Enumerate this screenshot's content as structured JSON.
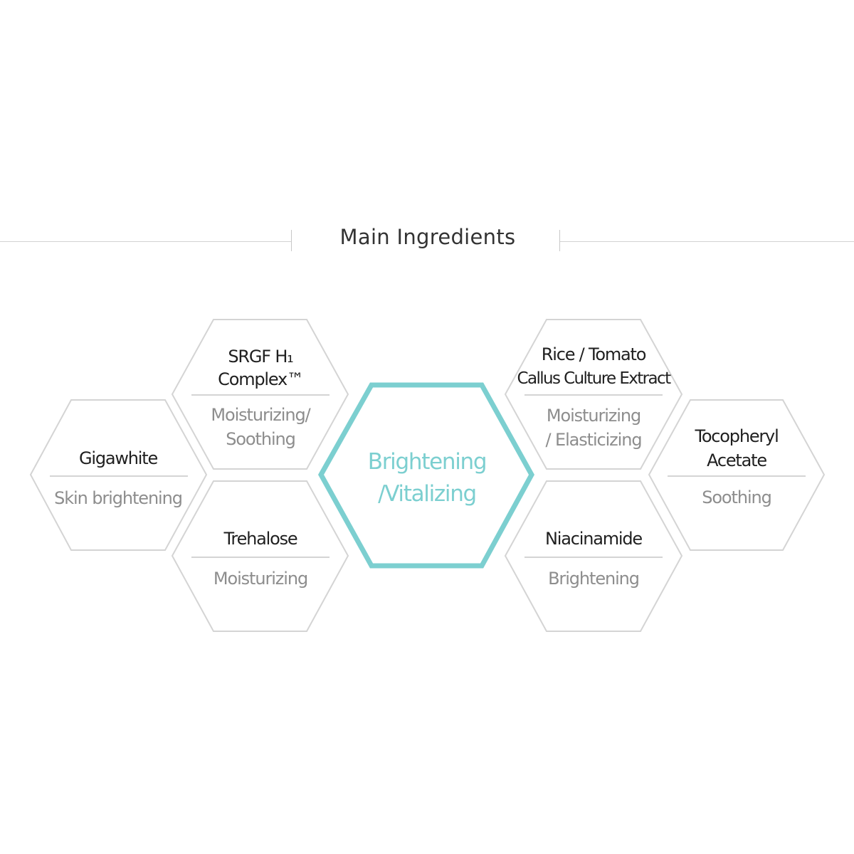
{
  "header": {
    "title": "Main Ingredients"
  },
  "colors": {
    "accent": "#7ccfd0",
    "hex_stroke": "#d4d4d4",
    "label": "#1f1f1f",
    "desc": "#8d8d8d"
  },
  "center": {
    "line1": "Brightening",
    "line2": "/Vitalizing"
  },
  "ingredients": [
    {
      "name_line1": "Gigawhite",
      "name_line2": "",
      "desc_line1": "Skin brightening",
      "desc_line2": ""
    },
    {
      "name_line1": "SRGF H₁",
      "name_line2": "Complex™",
      "desc_line1": "Moisturizing/",
      "desc_line2": "Soothing"
    },
    {
      "name_line1": "Trehalose",
      "name_line2": "",
      "desc_line1": "Moisturizing",
      "desc_line2": ""
    },
    {
      "name_line1": "Rice / Tomato",
      "name_line2": "Callus Culture Extract",
      "desc_line1": "Moisturizing",
      "desc_line2": "/ Elasticizing"
    },
    {
      "name_line1": "Niacinamide",
      "name_line2": "",
      "desc_line1": "Brightening",
      "desc_line2": ""
    },
    {
      "name_line1": "Tocopheryl",
      "name_line2": "Acetate",
      "desc_line1": "Soothing",
      "desc_line2": ""
    }
  ]
}
